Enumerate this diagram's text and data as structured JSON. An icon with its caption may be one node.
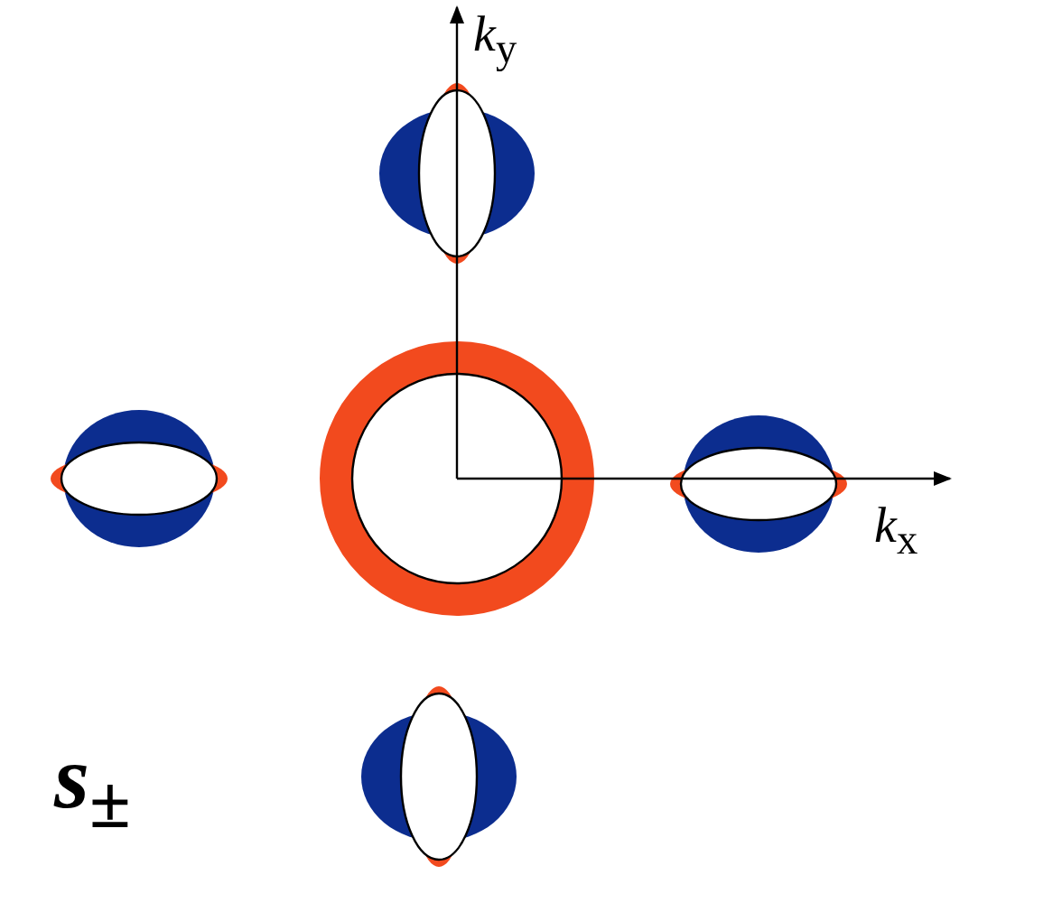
{
  "diagram": {
    "labels": [
      "*k*$_{y}$",
      "*k*$_{x}$",
      "*s*$_{±}$"
    ]
  }
}
